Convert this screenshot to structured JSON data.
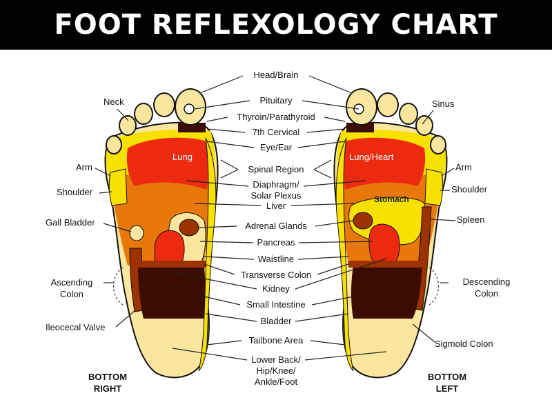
{
  "title": "FOOT REFLEXOLOGY CHART",
  "center_labels": {
    "head_brain": "Head/Brain",
    "pituitary": "Pituitary",
    "thyroid": "Thyroin/Parathyroid",
    "seventh_cervical": "7th Cervical",
    "eye_ear": "Eye/Ear",
    "spinal_region": "Spinal Region",
    "diaphragm_1": "Diaphragm/",
    "diaphragm_2": "Solar Plexus",
    "liver": "Liver",
    "adrenal": "Adrenal Glands",
    "pancreas": "Pancreas",
    "waistline": "Waistline",
    "transverse_colon": "Transverse Colon",
    "kidney": "Kidney",
    "small_intestine": "Small Intestine",
    "bladder": "Bladder",
    "tailbone": "Tailbone Area",
    "lower_back_1": "Lower Back/",
    "lower_back_2": "Hip/Knee/",
    "lower_back_3": "Ankle/Foot"
  },
  "left_labels": {
    "neck": "Neck",
    "arm": "Arm",
    "shoulder": "Shoulder",
    "gall_bladder": "Gall Bladder",
    "ascending_1": "Ascending",
    "ascending_2": "Colon",
    "ileocecal": "Ileocecal Valve"
  },
  "right_labels": {
    "sinus": "Sinus",
    "arm": "Arm",
    "shoulder": "Shoulder",
    "spleen": "Spleen",
    "descending_1": "Descending",
    "descending_2": "Colon",
    "sigmoid": "Sigmold Colon"
  },
  "zone_labels": {
    "lung": "Lung",
    "lung_heart": "Lung/Heart",
    "stomach": "Stomach"
  },
  "foot_titles": {
    "right_1": "BOTTOM",
    "right_2": "RIGHT",
    "left_1": "BOTTOM",
    "left_2": "LEFT"
  },
  "colors": {
    "light_yellow": "#fbe6a0",
    "yellow": "#f8e000",
    "orange": "#e8780a",
    "red": "#ec2a10",
    "dark_brown": "#3a0d00",
    "brown": "#9b3200",
    "outline": "#111111"
  }
}
